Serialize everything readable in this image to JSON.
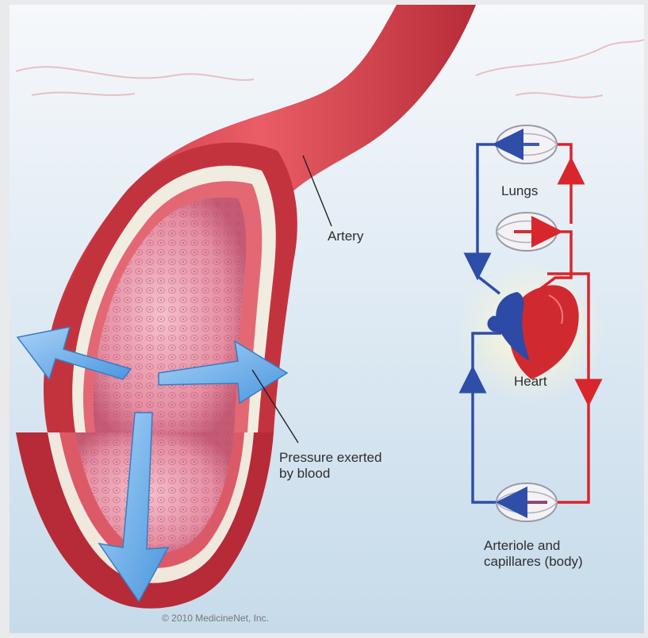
{
  "labels": {
    "artery": "Artery",
    "pressure_line1": "Pressure exerted",
    "pressure_line2": "by blood",
    "lungs": "Lungs",
    "heart": "Heart",
    "arteriole_line1": "Arteriole and",
    "arteriole_line2": "capillares (body)"
  },
  "copyright": "© 2010 MedicineNet, Inc.",
  "colors": {
    "artery_outer": "#e04b55",
    "artery_inner": "#c23a48",
    "lumen": "#e48fa3",
    "oxygenated": "#d8262c",
    "deoxygenated": "#2f4ea8",
    "pressure_arrow": "#6aaee8",
    "sky_top": "#f3f6f9",
    "sky_bottom": "#cfe1ef"
  },
  "icons": [
    "pressure-arrow-icon",
    "flow-arrow-icon",
    "heart-icon",
    "capillary-bed-icon"
  ]
}
